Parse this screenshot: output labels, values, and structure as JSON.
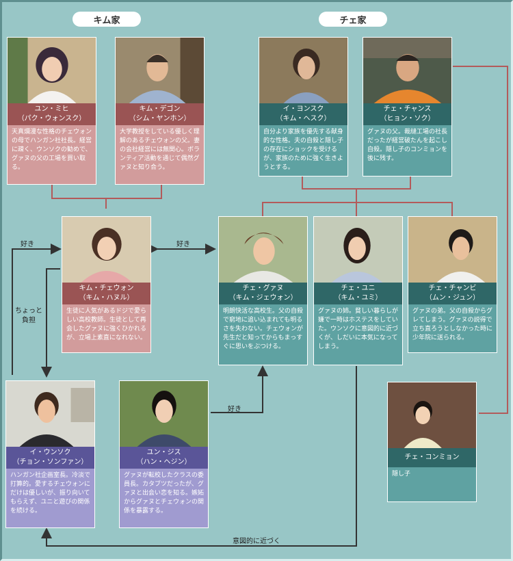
{
  "families": {
    "kim": "キム家",
    "choi": "チェ家"
  },
  "people": {
    "yun_mihi": {
      "name": "ユン・ミヒ",
      "actor": "（パク・ウォンスク）",
      "desc": "天真爛漫な性格のチェウォンの母でハンガン社社長。経営に疎く、ウンソクの勧めで、グァヌの父の工場を買い取る。"
    },
    "kim_degon": {
      "name": "キム・デゴン",
      "actor": "（シム・ヤンホン）",
      "desc": "大学教授をしている優しく理解のあるチェウォンの父。妻の会社経営には無関心。ボランティア活動を通じて偶然グァヌと知り合う。"
    },
    "i_yonsuku": {
      "name": "イ・ヨンスク",
      "actor": "（キム・ヘスク）",
      "desc": "自分より家族を優先する献身的な性格。夫の自殺と隠し子の存在にショックを受けるが、家族のために強く生きようとする。"
    },
    "choi_chansu": {
      "name": "チェ・チャンス",
      "actor": "（ヒョン・ソク）",
      "desc": "グァヌの父。裁縫工場の社長だったが経営破たんを起こし自殺。隠し子のコンミョンを後に残す。"
    },
    "kim_chewon": {
      "name": "キム・チェウォン",
      "actor": "（キム・ハヌル）",
      "desc": "生徒に人気があるドジで愛らしい高校教師。生徒として再会したグァヌに強くひかれるが、立場上素直になれない。"
    },
    "choi_guanu": {
      "name": "チェ・グァヌ",
      "actor": "（キム・ジェウォン）",
      "desc": "明朗快活な高校生。父の自殺で窮地に追い込まれても明るさを失わない。チェウォンが先生だと知ってからもまっすぐに思いをぶつける。"
    },
    "choi_yuni": {
      "name": "チェ・ユニ",
      "actor": "（キム・ユミ）",
      "desc": "グァヌの姉。貧しい暮らしが嫌で一時はホステスをしていた。ウンソクに意図的に近づくが、しだいに本気になってしまう。"
    },
    "choi_chanbi": {
      "name": "チェ・チャンビ",
      "actor": "（ムン・ジュン）",
      "desc": "グァヌの弟。父の自殺からグレてしまう。グァヌの説得で立ち直ろうとしなかった時に少年院に送られる。"
    },
    "i_unsoku": {
      "name": "イ・ウンソク",
      "actor": "（チョン・ソンファン）",
      "desc": "ハンガン社企画室長。冷淡で打算的。愛するチェウォンにだけは優しいが、振り向いてもらえず、ユニと遊びの関係を続ける。"
    },
    "yun_jisu": {
      "name": "ユン・ジス",
      "actor": "（ハン・ヘジン）",
      "desc": "グァヌが転校したクラスの委員長。カタブツだったが、グァヌと出会い恋を知る。嫉妬からグァヌとチェウォンの関係を暴露する。"
    },
    "choi_konmyon": {
      "name": "チェ・コンミョン",
      "actor": "",
      "desc": "隠し子"
    }
  },
  "edges": {
    "like_left": "好き",
    "like_mid": "好き",
    "burden": "ちょっと負担",
    "burden_1": "ちょっと",
    "burden_2": "負担",
    "like_jisu": "好き",
    "approach": "意図的に近づく"
  },
  "colors": {
    "background": "#98c6c6",
    "kim_name": "#9a5454",
    "kim_desc": "#d29c9c",
    "choi_name": "#2f6767",
    "choi_desc": "#5fa2a2",
    "other_name": "#5a5598",
    "other_desc": "#a09bd0",
    "connector": "#b35a5a",
    "arrow": "#333333"
  }
}
